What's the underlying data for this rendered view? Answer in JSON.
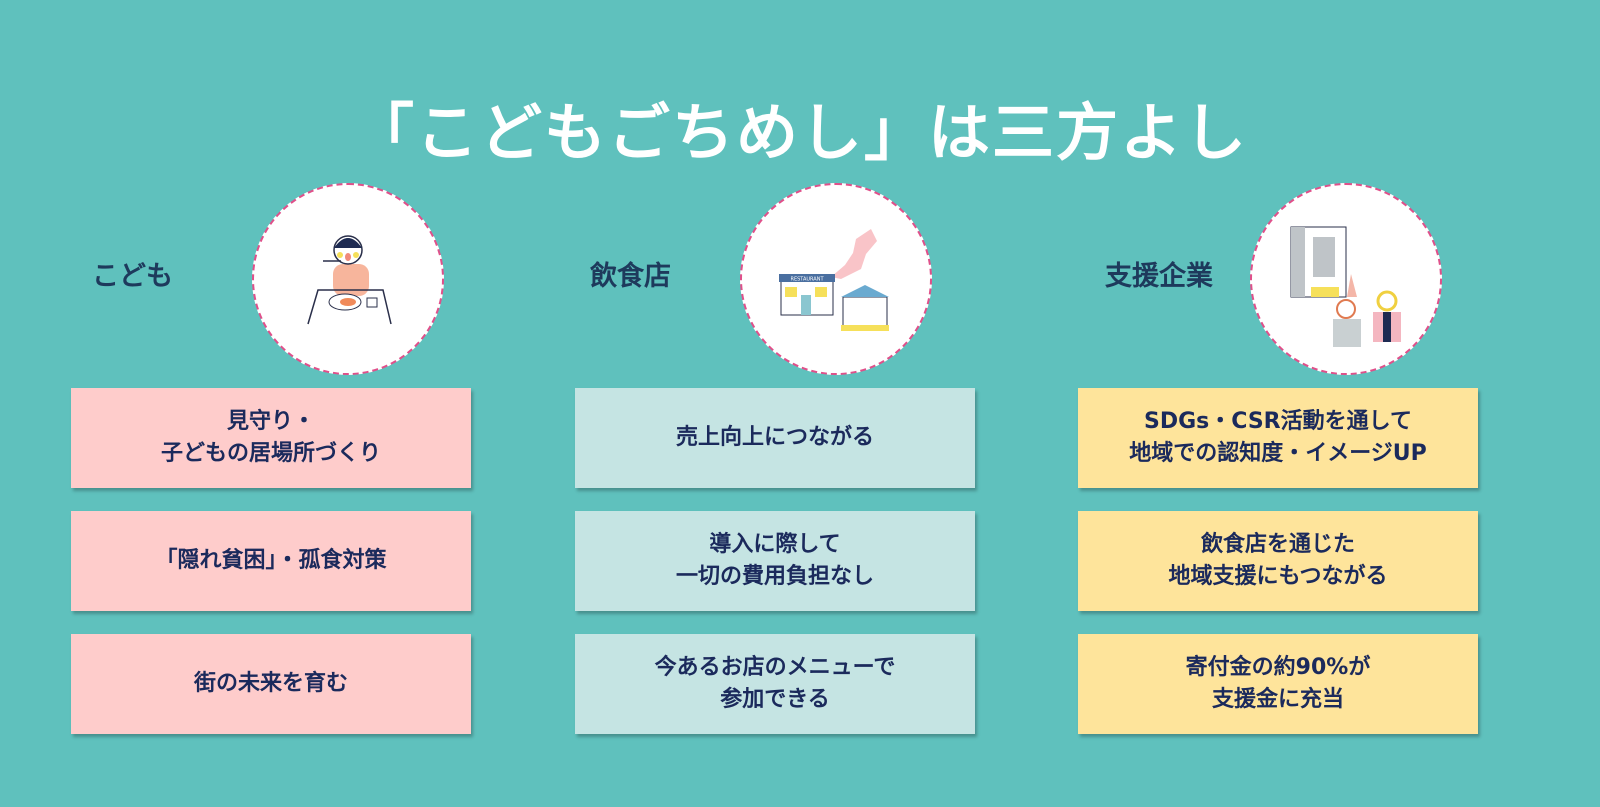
{
  "title": "「こどもごちめし」は三方よし",
  "columns": [
    {
      "label": "こども",
      "icon": "child-eating-illustration",
      "items": [
        "見守り・\n子どもの居場所づくり",
        "「隠れ貧困」・孤食対策",
        "街の未来を育む"
      ]
    },
    {
      "label": "飲食店",
      "icon": "restaurant-japan-map-illustration",
      "illustration_text": "RESTAURANT",
      "items": [
        "売上向上につながる",
        "導入に際して\n一切の費用負担なし",
        "今あるお店のメニューで\n参加できる"
      ]
    },
    {
      "label": "支援企業",
      "icon": "company-people-illustration",
      "items": [
        "SDGs・CSR活動を通して\n地域での認知度・イメージUP",
        "飲食店を通じた\n地域支援にもつながる",
        "寄付金の約90%が\n支援金に充当"
      ]
    }
  ],
  "colors": {
    "background": "#5fc1bd",
    "child": "#fecccb",
    "restaurant": "#c5e4e3",
    "company": "#fee49b"
  }
}
